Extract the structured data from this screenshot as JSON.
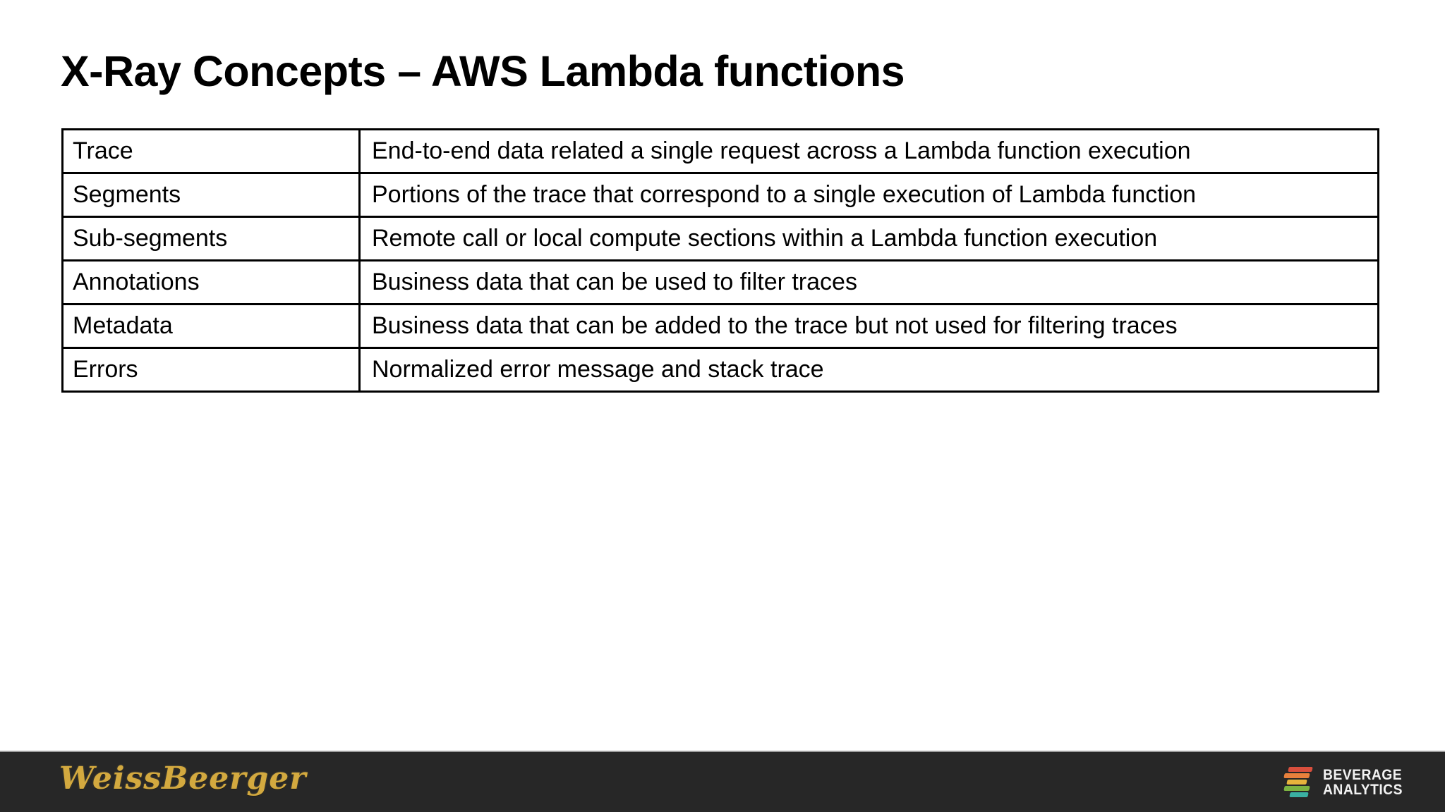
{
  "slide": {
    "title": "X-Ray Concepts – AWS Lambda functions"
  },
  "table": {
    "rows": [
      {
        "term": "Trace",
        "definition": "End-to-end data related a single request across a Lambda function execution"
      },
      {
        "term": "Segments",
        "definition": "Portions of the trace that correspond to a single execution of Lambda function"
      },
      {
        "term": "Sub-segments",
        "definition": "Remote call or local compute sections within a Lambda function execution"
      },
      {
        "term": "Annotations",
        "definition": "Business data that can be used to filter traces"
      },
      {
        "term": "Metadata",
        "definition": "Business data that can be added to the trace but not used for filtering traces"
      },
      {
        "term": "Errors",
        "definition": "Normalized error message and stack trace"
      }
    ]
  },
  "footer": {
    "brand_script": "WeissBeerger",
    "logo_line1": "BEVERAGE",
    "logo_line2": "ANALYTICS",
    "colors": {
      "footer_bg": "#272727",
      "brand_gold": "#d3a93f",
      "bar_red": "#d94f3d",
      "bar_orange": "#e8803c",
      "bar_yellow": "#e7b33c",
      "bar_green": "#7cb342",
      "bar_teal": "#3ab0a2"
    }
  }
}
